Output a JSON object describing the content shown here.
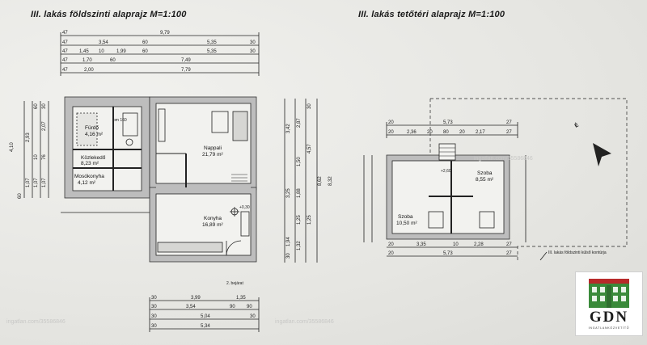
{
  "titles": {
    "left": "III. lakás földszinti alaprajz   M=1:100",
    "right": "III. lakás tetőtéri alaprajz   M=1:100"
  },
  "rooms_ground": {
    "furdo": [
      "Fürdő",
      "4,16 m²"
    ],
    "kozlekedo": [
      "Közlekedő",
      "8,23 m²"
    ],
    "mosokonyha": [
      "Mosókonyha",
      "4,12 m²"
    ],
    "nappali": [
      "Nappali",
      "21,79 m²"
    ],
    "konyha": [
      "Konyha",
      "16,89 m²"
    ],
    "level": "+0,30",
    "entry": "2. bejárat",
    "door_label": "pm 160"
  },
  "rooms_attic": {
    "szoba_left": [
      "Szoba",
      "10,50 m²"
    ],
    "szoba_right": [
      "Szoba",
      "8,55 m²"
    ],
    "level": "+2,60",
    "legend": "III. lakás földszinti külső kontúrja"
  },
  "dims_top_left": [
    [
      "47",
      "9,79"
    ],
    [
      "47",
      "3,54",
      "60",
      "5,35",
      "30"
    ],
    [
      "47",
      "1,45",
      "10",
      "1,99",
      "60",
      "5,35",
      "30"
    ],
    [
      "47",
      "1,70",
      "60",
      "7,49"
    ],
    [
      "47",
      "2,00",
      "7,79"
    ]
  ],
  "dims_bottom_left": [
    [
      "30",
      "3,99",
      "1,35"
    ],
    [
      "30",
      "3,54",
      "90",
      "90"
    ],
    [
      "30",
      "5,04",
      "30"
    ],
    [
      "30",
      "5,34"
    ]
  ],
  "dims_top_right": [
    "20",
    "5,73",
    "27",
    "20",
    "2,36",
    "20",
    "80",
    "20",
    "2,17",
    "27"
  ],
  "dims_bottom_right": [
    "20",
    "3,35",
    "10",
    "2,28",
    "27",
    "20",
    "5,73",
    "27"
  ],
  "dims_left_vert": [
    "4,10",
    "2,93",
    "2,07",
    "1,07",
    "1,07",
    "1,07",
    "60",
    "60",
    "30",
    "10",
    "76"
  ],
  "dims_mid_vert": [
    "3,42",
    "2,87",
    "4,57",
    "8,62",
    "8,32",
    "1,50",
    "1,88",
    "3,25",
    "1,25",
    "1,25",
    "1,94",
    "1,32",
    "30",
    "30"
  ],
  "logo": {
    "text": "GDN",
    "subtitle": "INGATLANKÖZVETÍTŐ"
  },
  "watermarks": [
    "ingatlan.com/35586846",
    "ingatlan.com/35586846",
    "ingatlan.com/35586846"
  ],
  "north_label": "É"
}
